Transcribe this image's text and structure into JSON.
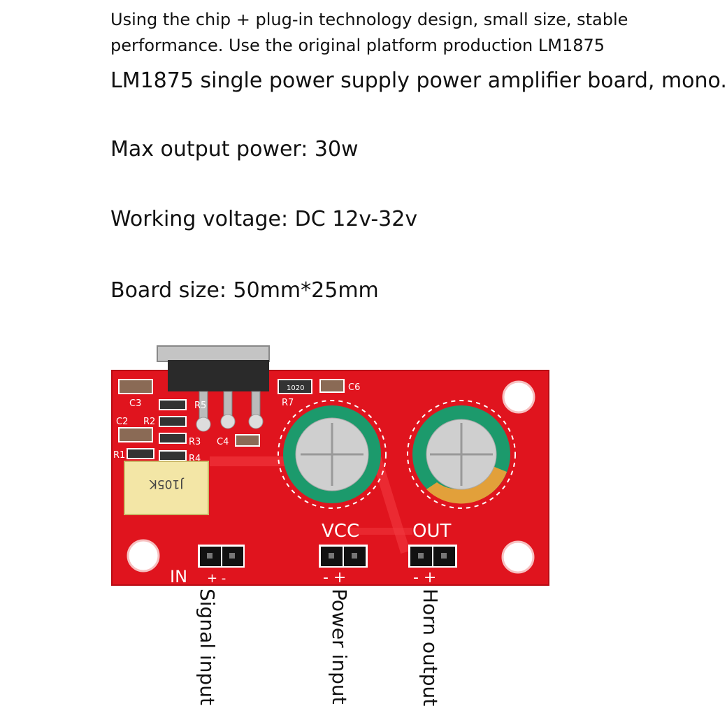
{
  "intro": {
    "line1": "Using the chip + plug-in technology design, small size, stable",
    "line2": "performance. Use the original platform production LM1875"
  },
  "specs": {
    "title": "LM1875 single power supply power amplifier board, mono.",
    "max_power": "Max output power: 30w",
    "voltage": "Working voltage: DC 12v-32v",
    "size": "Board size: 50mm*25mm"
  },
  "board": {
    "pcb_color": "#e0141e",
    "labels": {
      "c3": "C3",
      "c2": "C2",
      "r2": "R2",
      "r1": "R1",
      "r3": "R3",
      "r4": "R4",
      "r5": "R5",
      "c4": "C4",
      "r7": "R7",
      "c6": "C6",
      "vcc": "VCC",
      "out": "OUT",
      "in": "IN",
      "in_polarity": "+ -",
      "vcc_polarity": "- +",
      "out_polarity": "- +",
      "film_cap": "J105K",
      "resistor_code": "1020"
    }
  },
  "port_labels": {
    "signal": "Signal input",
    "power": "Power input",
    "horn": "Horn output"
  }
}
